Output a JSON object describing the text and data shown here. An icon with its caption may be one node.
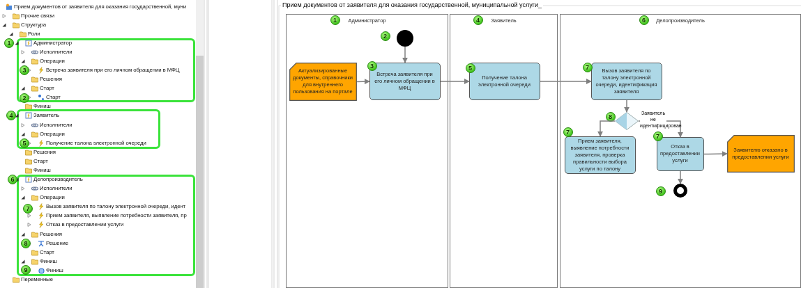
{
  "diagram": {
    "title": "Прием документов от заявителя для оказания государственной, муниципальной услуги_",
    "nodes": [
      {
        "text": [
          "Администратор",
          "Исполнители",
          "Операции",
          "Встреча заявителя при его личном обращении в МФЦ",
          "Решения",
          "Старт",
          "Старт"
        ]
      },
      {
        "text": [
          "1"
        ]
      },
      {
        "text": [
          "3"
        ],
        "in": 0
      },
      {
        "text": [
          "2"
        ],
        "in": 0
      },
      {
        "text": [
          "Заявитель",
          "Исполнители",
          "Операции",
          "Получение талона электронной очереди"
        ]
      },
      {
        "text": [
          "4"
        ]
      },
      {
        "text": [
          "5"
        ],
        "in": 4
      },
      {
        "text": [
          "Делопроизводитель",
          "Исполнители",
          "Операции",
          "Вызов заявителя по талону электронной очереди, идент",
          "Прием заявителя, выявление потребности заявителя, пр",
          "Отказ в предоставлении услуги",
          "Решения",
          "Решение",
          "Старт",
          "Финиш",
          "Финиш"
        ]
      },
      {
        "text": [
          "6"
        ]
      },
      {
        "text": [
          "7"
        ],
        "in": 7
      },
      {
        "text": [
          "8"
        ],
        "in": 7
      },
      {
        "text": [
          "9"
        ],
        "in": 7
      },
      {
        "text": [
          "Администратор"
        ]
      },
      {
        "text": [
          "1"
        ],
        "in": 12
      },
      {
        "text": [
          "2"
        ],
        "in": 12
      },
      {
        "text": [],
        "shape": "circle",
        "in": 12
      },
      {
        "text": [
          "Актуализированные документы, справочники для внутреннего пользования на портале"
        ],
        "in": 12
      },
      {
        "text": [
          "Встреча заявителя при его личном обращении в МФЦ"
        ],
        "in": 12
      },
      {
        "text": [
          "3"
        ],
        "in": 12
      },
      {
        "text": [
          "Заявитель"
        ]
      },
      {
        "text": [
          "4"
        ],
        "in": 19
      },
      {
        "text": [
          "Получение талона электронной очереди"
        ],
        "in": 19
      },
      {
        "text": [
          "5"
        ],
        "in": 19
      },
      {
        "text": [
          "Делопроизводитель"
        ]
      },
      {
        "text": [
          "6"
        ],
        "in": 23
      },
      {
        "text": [
          "Вызов заявителя по талону электронной очереди, идентификация заявителя"
        ],
        "in": 23
      },
      {
        "text": [
          "7"
        ],
        "in": 23
      },
      {
        "text": [],
        "shape": "diamond",
        "in": 23
      },
      {
        "text": [
          "8"
        ],
        "in": 23
      },
      {
        "text": [
          "Прием заявителя, выявление потребности заявителя, проверка правильности выбора услуги по талону"
        ],
        "in": 23
      },
      {
        "text": [
          "7"
        ],
        "in": 23
      },
      {
        "text": [
          "Отказ в предоставлении услуги"
        ],
        "in": 23
      },
      {
        "text": [
          "7"
        ],
        "in": 23
      },
      {
        "text": [
          "Заявителю отказано в предоставлении услуги"
        ],
        "in": 23
      },
      {
        "text": [],
        "shape": "circle",
        "in": 23
      },
      {
        "text": [
          "9"
        ],
        "in": 23
      }
    ],
    "edges": [
      {
        "from": 16,
        "to": 17,
        "arrow": "to"
      },
      {
        "from": 15,
        "to": 17,
        "arrow": "to"
      },
      {
        "from": 17,
        "to": 21,
        "arrow": "to"
      },
      {
        "from": 21,
        "to": 25,
        "arrow": "to"
      },
      {
        "from": 25,
        "to": 27,
        "arrow": "to"
      },
      {
        "from": 27,
        "to": 29,
        "arrow": "to"
      },
      {
        "from": 27,
        "to": 31,
        "arrow": "to",
        "label": "Заявитель не идентифицирован"
      },
      {
        "from": 31,
        "to": 33,
        "arrow": "to"
      },
      {
        "from": 31,
        "to": 34,
        "arrow": "to"
      }
    ],
    "labels": [
      "Прием документов от заявителя для оказания государственной, муни",
      "Прочие связи",
      "Структура",
      "Роли",
      "Финиш",
      "Решения",
      "Старт",
      "Финиш",
      "Переменные"
    ]
  }
}
